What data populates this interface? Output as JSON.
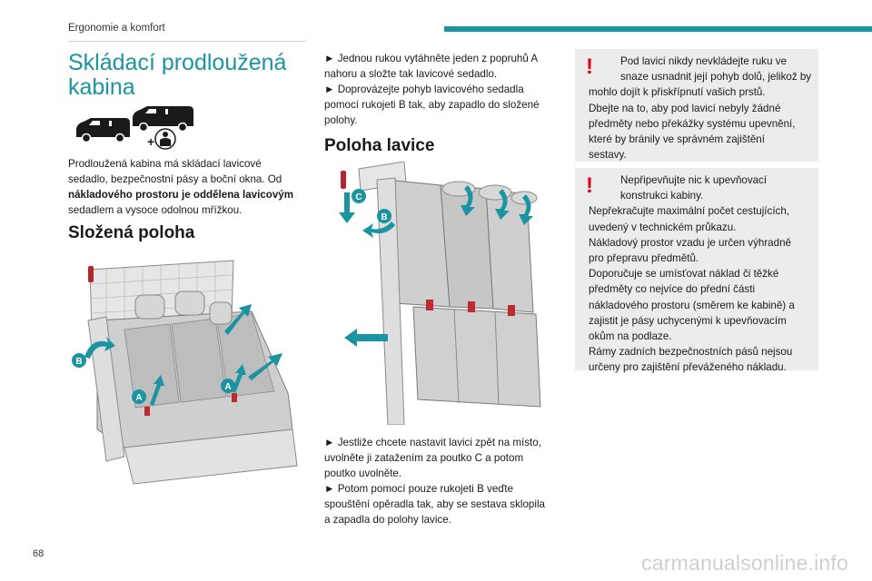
{
  "header": {
    "section": "Ergonomie a komfort"
  },
  "page_number": "68",
  "watermark": "carmanualsonline.info",
  "left_column": {
    "title_lines": [
      "Skládací prodloužená",
      "kabina"
    ],
    "intro_lines": [
      "Prodloužená kabina má skládací lavicové",
      "sedadlo, bezpečnostní pásy a boční okna. Od",
      "nákladového prostoru je oddělena lavicovým",
      "sedadlem a vysoce odolnou mřížkou."
    ],
    "heading_folded": "Složená poloha",
    "figure_labels": {
      "a1": "A",
      "a2": "A",
      "b": "B"
    }
  },
  "middle_column": {
    "steps_lines": [
      "► Jednou rukou vytáhněte jeden z popruhů A",
      "nahoru a složte tak lavicové sedadlo.",
      "► Doprovázejte pohyb lavicového sedadla",
      "pomocí rukojeti B tak, aby zapadlo do složené",
      "polohy."
    ],
    "heading_bench": "Poloha lavice",
    "figure_labels": {
      "b": "B",
      "c": "C"
    },
    "steps2_lines": [
      "► Jestliže chcete nastavit lavici zpět na místo,",
      "uvolněte ji zatažením za poutko C a potom",
      "poutko uvolněte.",
      "► Potom pomocí pouze rukojeti B veďte",
      "spouštění opěradla tak, aby se sestava sklopila",
      "a zapadla do polohy lavice."
    ]
  },
  "right_column": {
    "warning1_lines": [
      "Pod lavici nikdy nevkládejte ruku ve",
      "snaze usnadnit její pohyb dolů, jelikož by",
      "mohlo dojít k přiskřípnutí vašich prstů.",
      "Dbejte na to, aby pod lavicí nebyly žádné",
      "předměty nebo překážky systému upevnění,",
      "které by bránily ve správném zajištění",
      "sestavy."
    ],
    "warning2_lines": [
      "Nepřipevňujte nic k upevňovací",
      "konstrukci kabiny.",
      "Nepřekračujte maximální počet cestujících,",
      "uvedený v technickém průkazu.",
      "Nákladový prostor vzadu je určen výhradně",
      "pro přepravu předmětů.",
      "Doporučuje se umísťovat náklad či těžké",
      "předměty co nejvíce do přední části",
      "nákladového prostoru (směrem ke kabině) a",
      "zajistit je pásy uchycenými k upevňovacím",
      "okům na podlaze.",
      "Rámy zadních bezpečnostních pásů nejsou",
      "určeny pro zajištění převáženého nákladu."
    ],
    "warning_symbol": "!"
  },
  "colors": {
    "accent": "#1a94a0",
    "warning": "#e3001b",
    "box": "#ececec"
  }
}
